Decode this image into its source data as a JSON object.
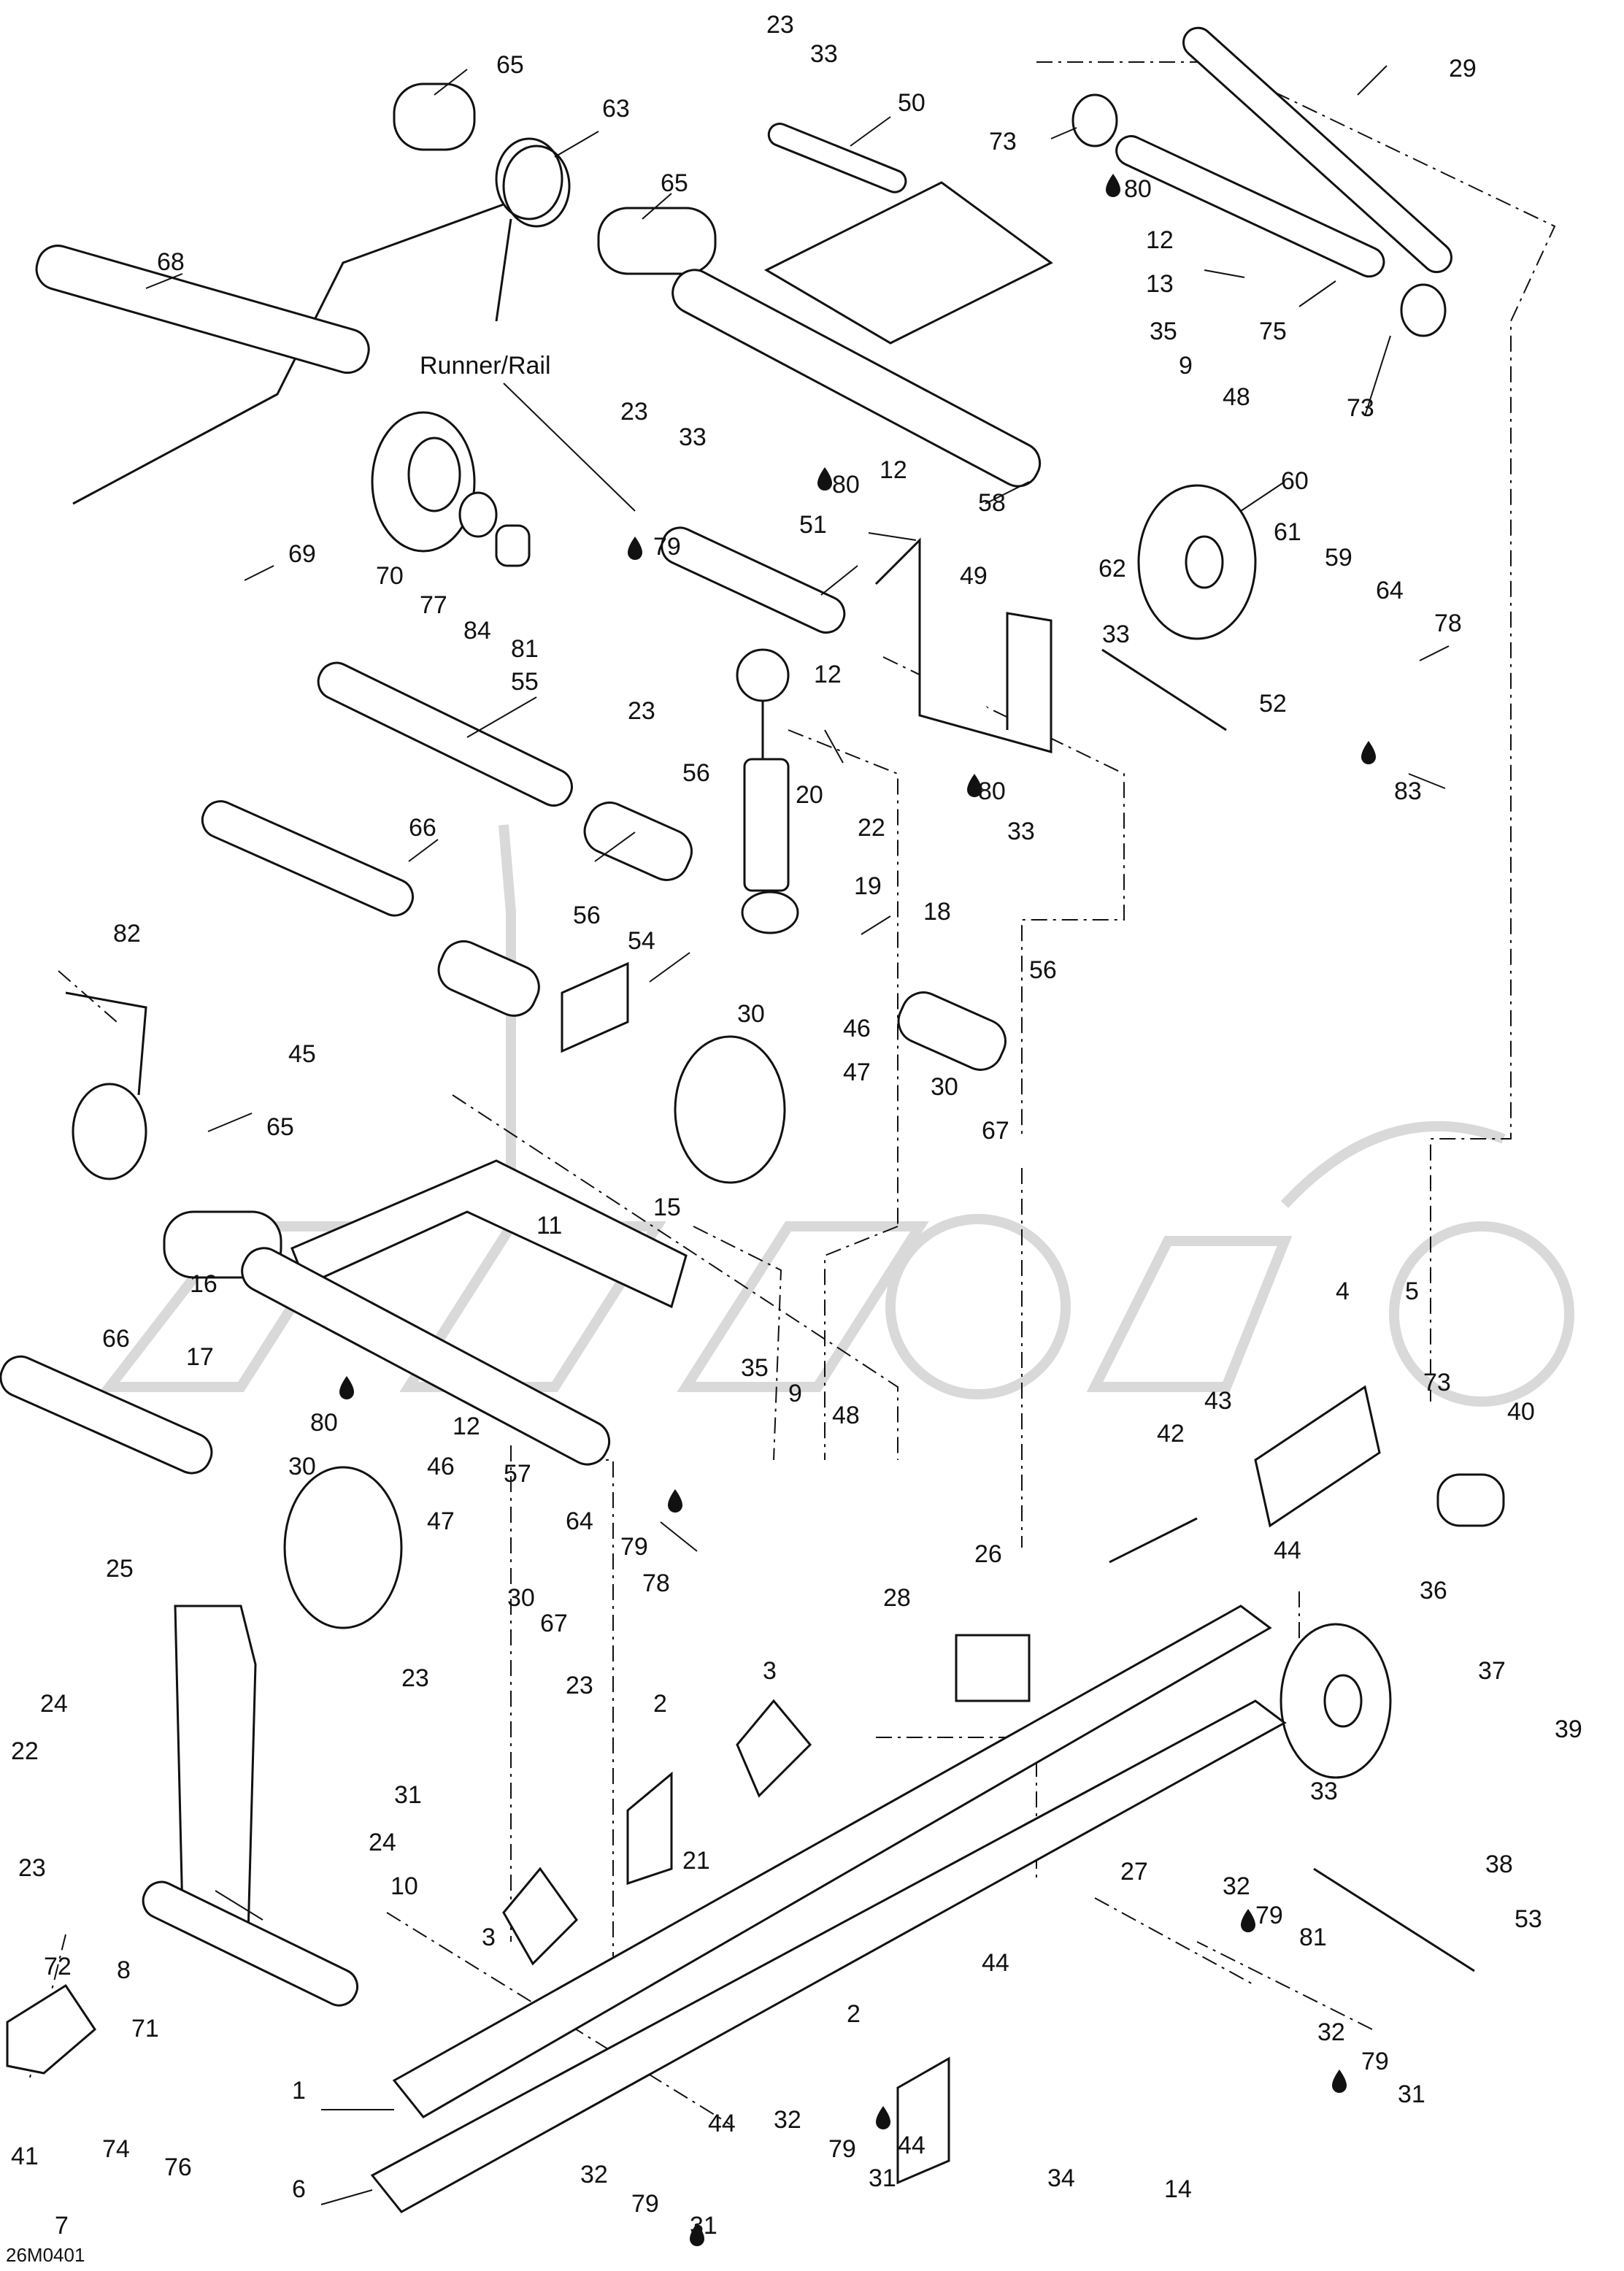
{
  "drawing_id": "26M0401",
  "group_label": "Runner/Rail",
  "lubricant_marks": [
    "80",
    "79",
    "83"
  ],
  "part_callouts": [
    "1",
    "2",
    "3",
    "4",
    "5",
    "6",
    "7",
    "8",
    "9",
    "10",
    "11",
    "12",
    "13",
    "14",
    "15",
    "16",
    "17",
    "18",
    "19",
    "20",
    "21",
    "22",
    "23",
    "24",
    "25",
    "26",
    "27",
    "28",
    "29",
    "30",
    "31",
    "32",
    "33",
    "34",
    "35",
    "36",
    "37",
    "38",
    "39",
    "40",
    "41",
    "42",
    "43",
    "44",
    "45",
    "46",
    "47",
    "48",
    "49",
    "50",
    "51",
    "52",
    "53",
    "54",
    "55",
    "56",
    "57",
    "58",
    "59",
    "60",
    "61",
    "62",
    "63",
    "64",
    "65",
    "66",
    "67",
    "68",
    "69",
    "70",
    "71",
    "72",
    "73",
    "74",
    "75",
    "76",
    "77",
    "78",
    "79",
    "80",
    "81",
    "82",
    "83",
    "84"
  ],
  "colors": {
    "line": "#111111",
    "background": "#ffffff",
    "watermark": "#d9d9d9"
  }
}
